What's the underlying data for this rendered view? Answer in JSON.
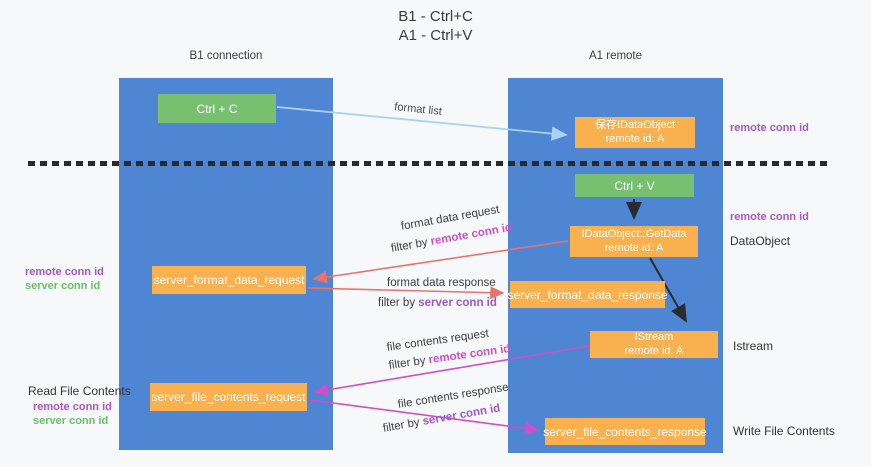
{
  "title": {
    "line1": "B1 - Ctrl+C",
    "line2": "A1 - Ctrl+V"
  },
  "columns": {
    "left": {
      "name": "B1",
      "role": "connection"
    },
    "right": {
      "name": "A1",
      "role": "remote"
    }
  },
  "terms": {
    "remote_conn_id": "remote conn id",
    "server_conn_id": "server conn id",
    "filter_by": "filter by "
  },
  "boxes": {
    "ctrl_c": {
      "label": "Ctrl + C"
    },
    "saved_dataobject": {
      "line1": "保存IDataObject",
      "line2": "remote id: A"
    },
    "ctrl_v": {
      "label": "Ctrl + V"
    },
    "getdata": {
      "line1": "IDataObject::GetData",
      "line2": "remote id: A"
    },
    "server_format_data_request": {
      "label": "server_format_data_request"
    },
    "server_format_data_response": {
      "label": "server_format_data_response"
    },
    "istream": {
      "line1": "IStream",
      "line2": "remote id: A"
    },
    "server_file_contents_request": {
      "label": "server_file_contents_request"
    },
    "server_file_contents_response": {
      "label": "server_file_contents_response"
    }
  },
  "arrow_labels": {
    "format_list": "format list",
    "format_data_request": "format data request",
    "format_data_response": "format data response",
    "file_contents_request": "file contents request",
    "file_contents_response": "file contents response"
  },
  "side_labels": {
    "dataobject": "DataObject",
    "istream": "Istream",
    "read_file_contents": "Read File Contents",
    "write_file_contents": "Write File Contents"
  },
  "colors": {
    "background": "#f7f8fa",
    "column_blue": "#4e86d4",
    "box_green": "#77c06f",
    "box_orange": "#f9b04e",
    "arrow_lightblue": "#a9d3f1",
    "arrow_red": "#e8736c",
    "arrow_magenta": "#cf4ec9",
    "arrow_black": "#2b2b2b",
    "text_purple": "#a855cc",
    "text_green": "#6abf69"
  }
}
